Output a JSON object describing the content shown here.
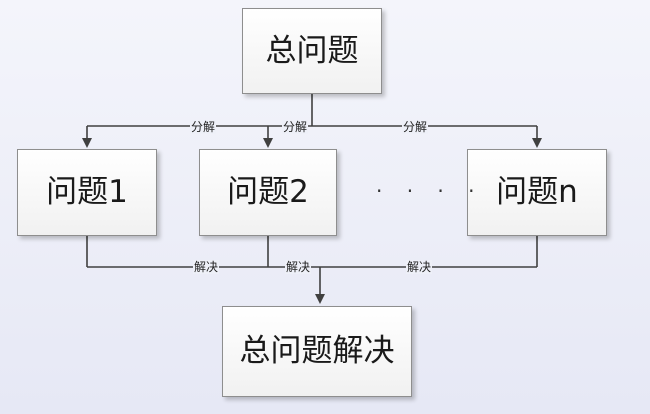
{
  "nodes": {
    "root": "总问题",
    "sub1": "问题1",
    "sub2": "问题2",
    "subn": "问题n",
    "result": "总问题解决"
  },
  "ellipsis": "· · · ·",
  "edge_labels": {
    "decompose": [
      "分解",
      "分解",
      "分解"
    ],
    "solve": [
      "解决",
      "解决",
      "解决"
    ]
  },
  "colors": {
    "line": "#404040",
    "box_border": "#8e8e8e"
  }
}
